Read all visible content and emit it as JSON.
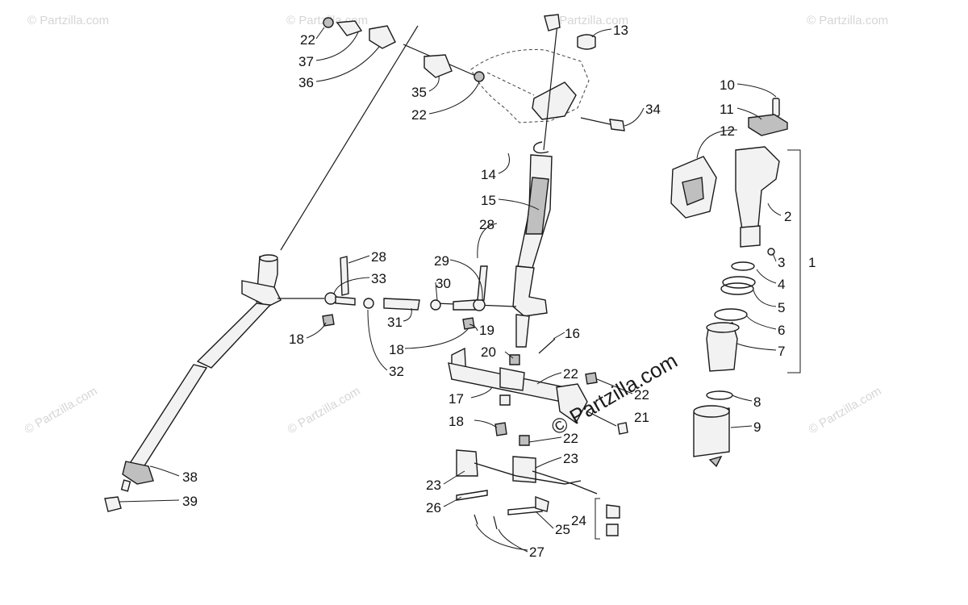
{
  "watermark": {
    "text": "© Partzilla.com",
    "center_text": "© Partzilla.com"
  },
  "callouts": [
    {
      "id": "c22a",
      "label": "22"
    },
    {
      "id": "c37",
      "label": "37"
    },
    {
      "id": "c36",
      "label": "36"
    },
    {
      "id": "c35",
      "label": "35"
    },
    {
      "id": "c22b",
      "label": "22"
    },
    {
      "id": "c13",
      "label": "13"
    },
    {
      "id": "c34",
      "label": "34"
    },
    {
      "id": "c14",
      "label": "14"
    },
    {
      "id": "c15",
      "label": "15"
    },
    {
      "id": "c28a",
      "label": "28"
    },
    {
      "id": "c28b",
      "label": "28"
    },
    {
      "id": "c33",
      "label": "33"
    },
    {
      "id": "c29",
      "label": "29"
    },
    {
      "id": "c30",
      "label": "30"
    },
    {
      "id": "c31",
      "label": "31"
    },
    {
      "id": "c18a",
      "label": "18"
    },
    {
      "id": "c32",
      "label": "32"
    },
    {
      "id": "c19",
      "label": "19"
    },
    {
      "id": "c18b",
      "label": "18"
    },
    {
      "id": "c16",
      "label": "16"
    },
    {
      "id": "c20",
      "label": "20"
    },
    {
      "id": "c22c",
      "label": "22"
    },
    {
      "id": "c22d",
      "label": "22"
    },
    {
      "id": "c17",
      "label": "17"
    },
    {
      "id": "c18c",
      "label": "18"
    },
    {
      "id": "c21",
      "label": "21"
    },
    {
      "id": "c22e",
      "label": "22"
    },
    {
      "id": "c23a",
      "label": "23"
    },
    {
      "id": "c23b",
      "label": "23"
    },
    {
      "id": "c26",
      "label": "26"
    },
    {
      "id": "c24",
      "label": "24"
    },
    {
      "id": "c25",
      "label": "25"
    },
    {
      "id": "c27",
      "label": "27"
    },
    {
      "id": "c38",
      "label": "38"
    },
    {
      "id": "c39",
      "label": "39"
    },
    {
      "id": "c10",
      "label": "10"
    },
    {
      "id": "c11",
      "label": "11"
    },
    {
      "id": "c12",
      "label": "12"
    },
    {
      "id": "c2",
      "label": "2"
    },
    {
      "id": "c3",
      "label": "3"
    },
    {
      "id": "c1",
      "label": "1"
    },
    {
      "id": "c4",
      "label": "4"
    },
    {
      "id": "c5",
      "label": "5"
    },
    {
      "id": "c6",
      "label": "6"
    },
    {
      "id": "c7",
      "label": "7"
    },
    {
      "id": "c8",
      "label": "8"
    },
    {
      "id": "c9",
      "label": "9"
    }
  ]
}
